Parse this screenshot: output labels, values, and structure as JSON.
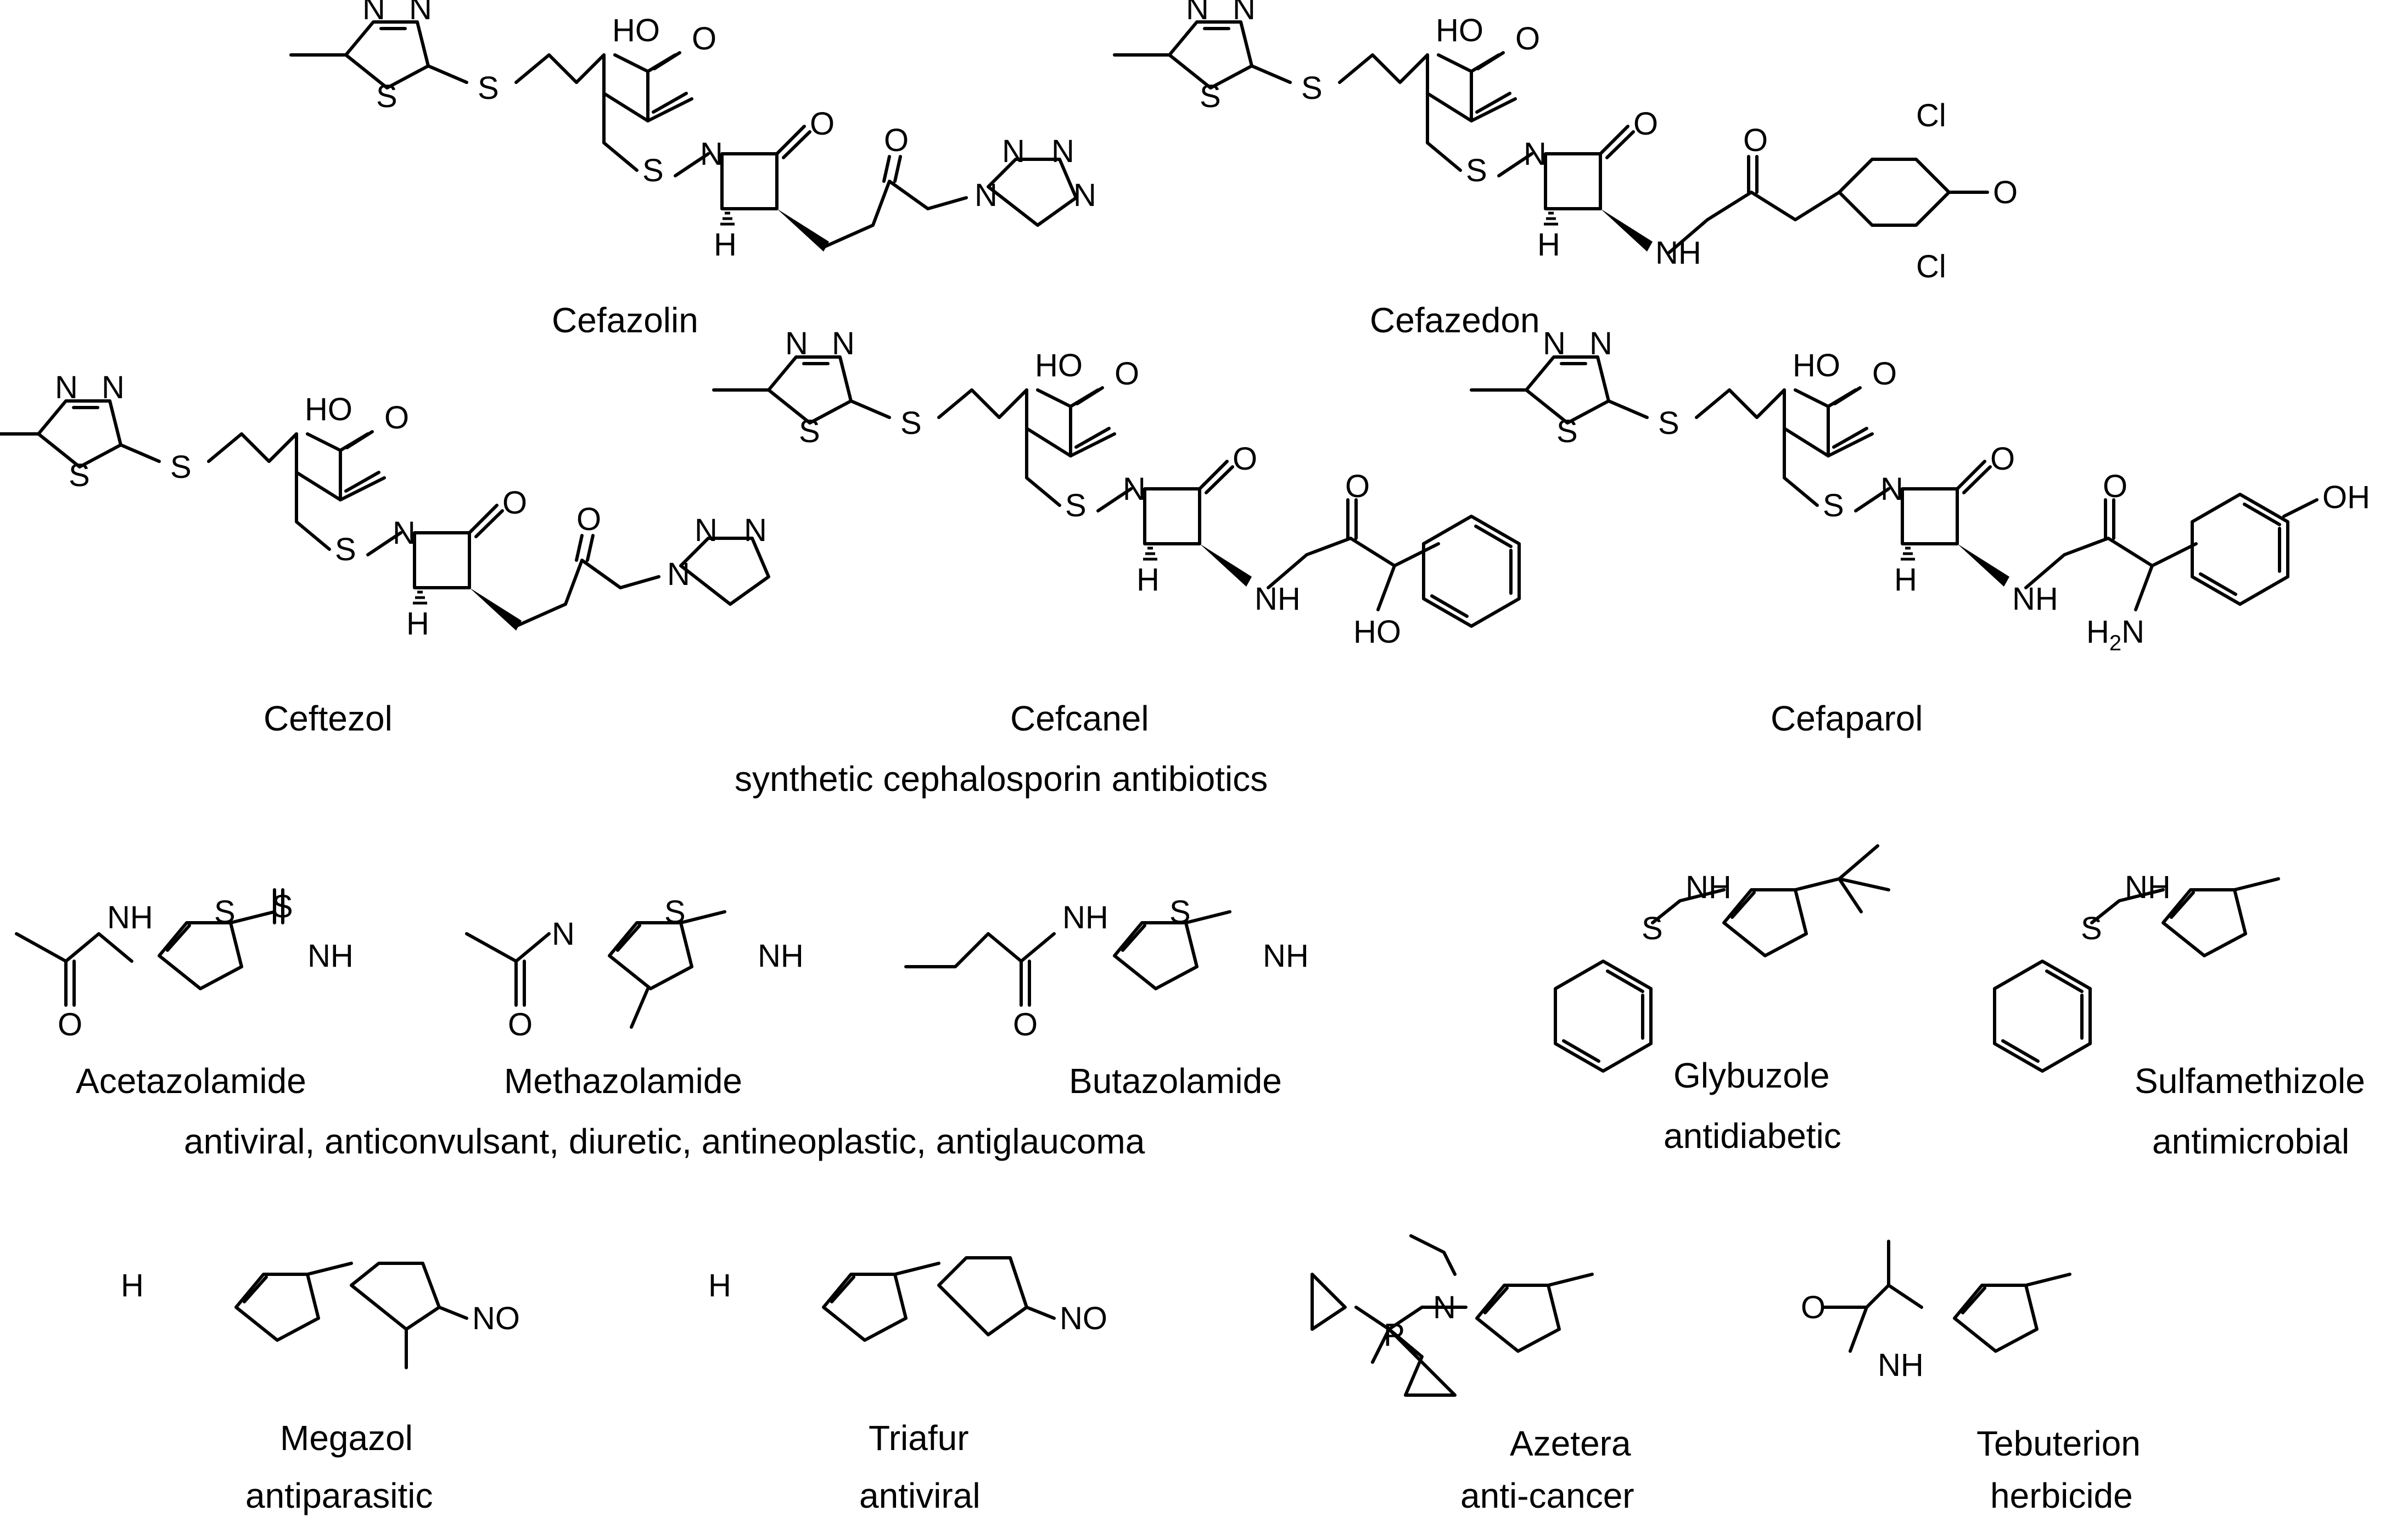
{
  "molecules": [
    {
      "name": "Cefazolin",
      "activity": ""
    },
    {
      "name": "Cefazedon",
      "activity": ""
    },
    {
      "name": "Ceftezol",
      "activity": ""
    },
    {
      "name": "Cefcanel",
      "activity": ""
    },
    {
      "name": "Cefaparol",
      "activity": ""
    },
    {
      "name": "Acetazolamide",
      "activity": ""
    },
    {
      "name": "Methazolamide",
      "activity": ""
    },
    {
      "name": "Butazolamide",
      "activity": ""
    },
    {
      "name": "Glybuzole",
      "activity": "antidiabetic"
    },
    {
      "name": "Sulfamethizole",
      "activity": "antimicrobial"
    },
    {
      "name": "Megazol",
      "activity": "antiparasitic"
    },
    {
      "name": "Triafur",
      "activity": "antiviral"
    },
    {
      "name": "Azetera",
      "activity": "anti-cancer"
    },
    {
      "name": "Tebuterion",
      "activity": "herbicide"
    }
  ],
  "group_captions": {
    "cephalosporins": "synthetic cephalosporin antibiotics",
    "sulfonamides": "antiviral, anticonvulsant, diuretic, antineoplastic, antiglaucoma"
  },
  "atom_labels": {
    "HO": "HO",
    "O": "O",
    "N": "N",
    "S": "S",
    "H": "H",
    "NH": "NH",
    "NH2": "NH",
    "H2N": "H",
    "NO2": "NO",
    "Cl": "Cl",
    "OH": "OH",
    "P": "P",
    "sub2": "2",
    "subN": "N"
  }
}
